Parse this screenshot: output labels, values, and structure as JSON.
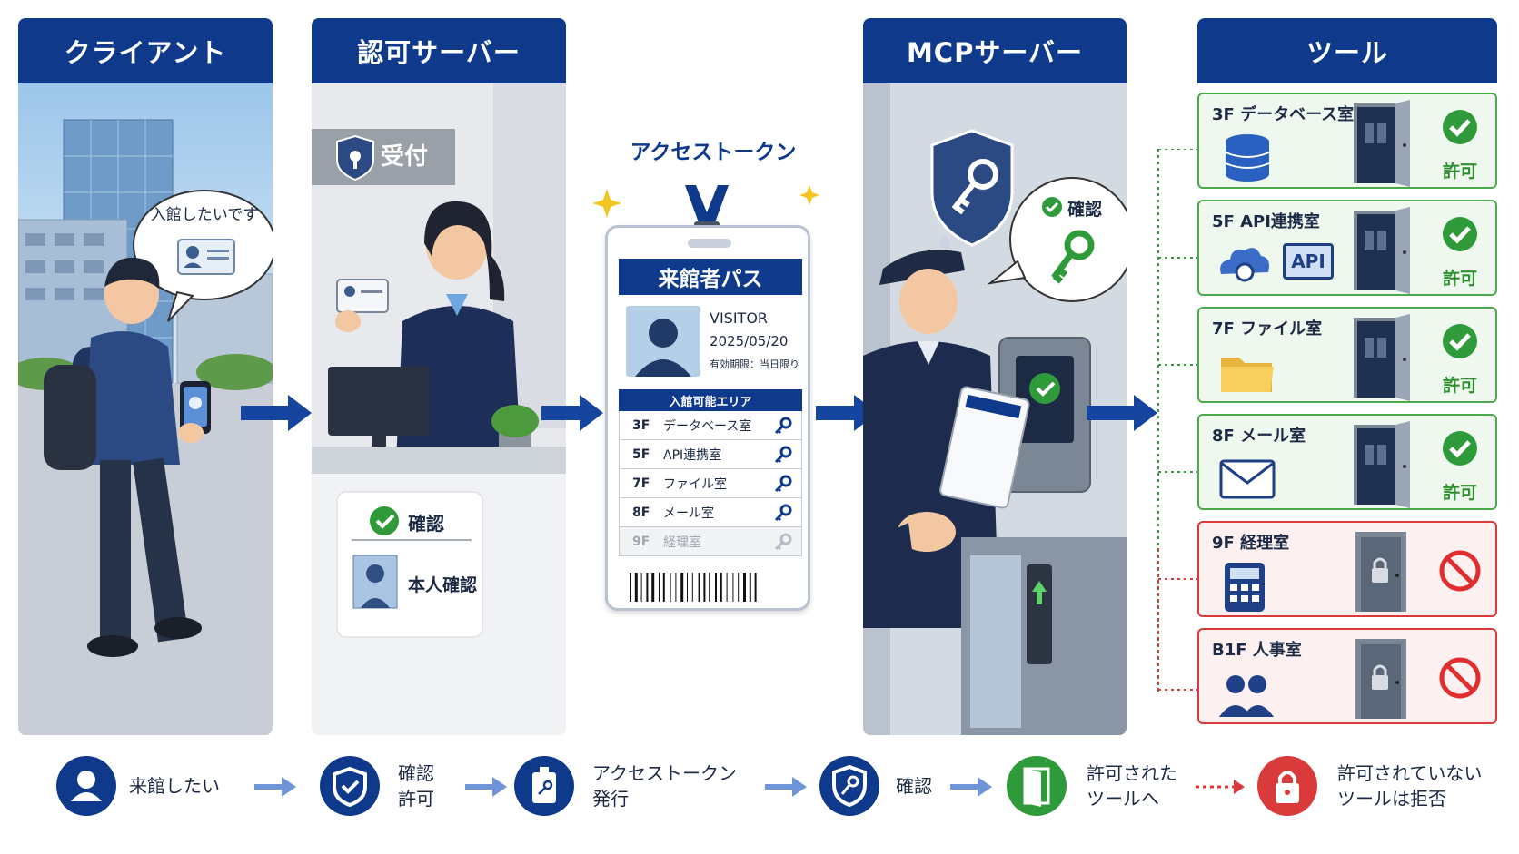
{
  "panels": {
    "client": {
      "title": "クライアント",
      "bubble": "入館したいです"
    },
    "auth": {
      "title": "認可サーバー",
      "sign": "受付",
      "confirm": "確認",
      "identity": "本人確認"
    },
    "mcp": {
      "title": "MCPサーバー",
      "bubble": "確認"
    },
    "tools": {
      "title": "ツール"
    }
  },
  "token": {
    "title": "アクセストークン",
    "pass_title": "来館者パス",
    "visitor": "VISITOR",
    "date": "2025/05/20",
    "validity": "有効期限：当日限り",
    "area_header": "入館可能エリア",
    "areas": [
      {
        "floor": "3F",
        "name": "データベース室",
        "allowed": true
      },
      {
        "floor": "5F",
        "name": "API連携室",
        "allowed": true
      },
      {
        "floor": "7F",
        "name": "ファイル室",
        "allowed": true
      },
      {
        "floor": "8F",
        "name": "メール室",
        "allowed": true
      },
      {
        "floor": "9F",
        "name": "経理室",
        "allowed": false
      }
    ]
  },
  "tools": [
    {
      "name": "3F  データベース室",
      "icon": "database-icon",
      "allowed": true,
      "status": "許可"
    },
    {
      "name": "5F  API連携室",
      "icon": "api-icon",
      "allowed": true,
      "status": "許可"
    },
    {
      "name": "7F  ファイル室",
      "icon": "folder-icon",
      "allowed": true,
      "status": "許可"
    },
    {
      "name": "8F  メール室",
      "icon": "mail-icon",
      "allowed": true,
      "status": "許可"
    },
    {
      "name": "9F  経理室",
      "icon": "calculator-icon",
      "allowed": false,
      "status": ""
    },
    {
      "name": "B1F  人事室",
      "icon": "people-icon",
      "allowed": false,
      "status": ""
    }
  ],
  "api_badge": "API",
  "legend": [
    {
      "text": "来館したい",
      "icon": "user-icon"
    },
    {
      "text": "確認\n許可",
      "icon": "shield-check-icon"
    },
    {
      "text": "アクセストークン\n発行",
      "icon": "badge-key-icon"
    },
    {
      "text": "確認",
      "icon": "shield-key-icon"
    },
    {
      "text": "許可された\nツールへ",
      "icon": "door-icon"
    },
    {
      "text": "許可されていない\nツールは拒否",
      "icon": "lock-icon"
    }
  ],
  "colors": {
    "navy": "#0f3a8c",
    "green": "#2f9a3a",
    "red": "#d93a3a",
    "arrow": "#1645a0"
  }
}
